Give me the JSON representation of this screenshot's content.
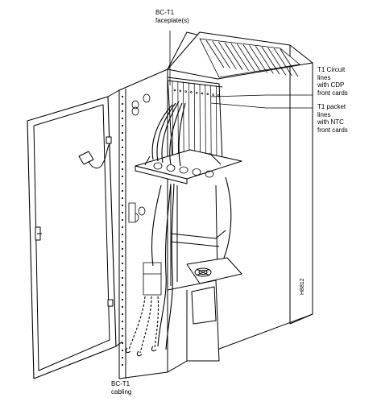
{
  "labels": {
    "faceplate": [
      "BC-T1",
      "faceplate(s)"
    ],
    "circuit": [
      "T1 Circuit",
      "lines",
      "with CDP",
      "front cards"
    ],
    "packet": [
      "T1 packet",
      "lines",
      "with NTC",
      "front cards"
    ],
    "cabling": [
      "BC-T1",
      "cabling"
    ]
  },
  "figure_id": "H8812"
}
